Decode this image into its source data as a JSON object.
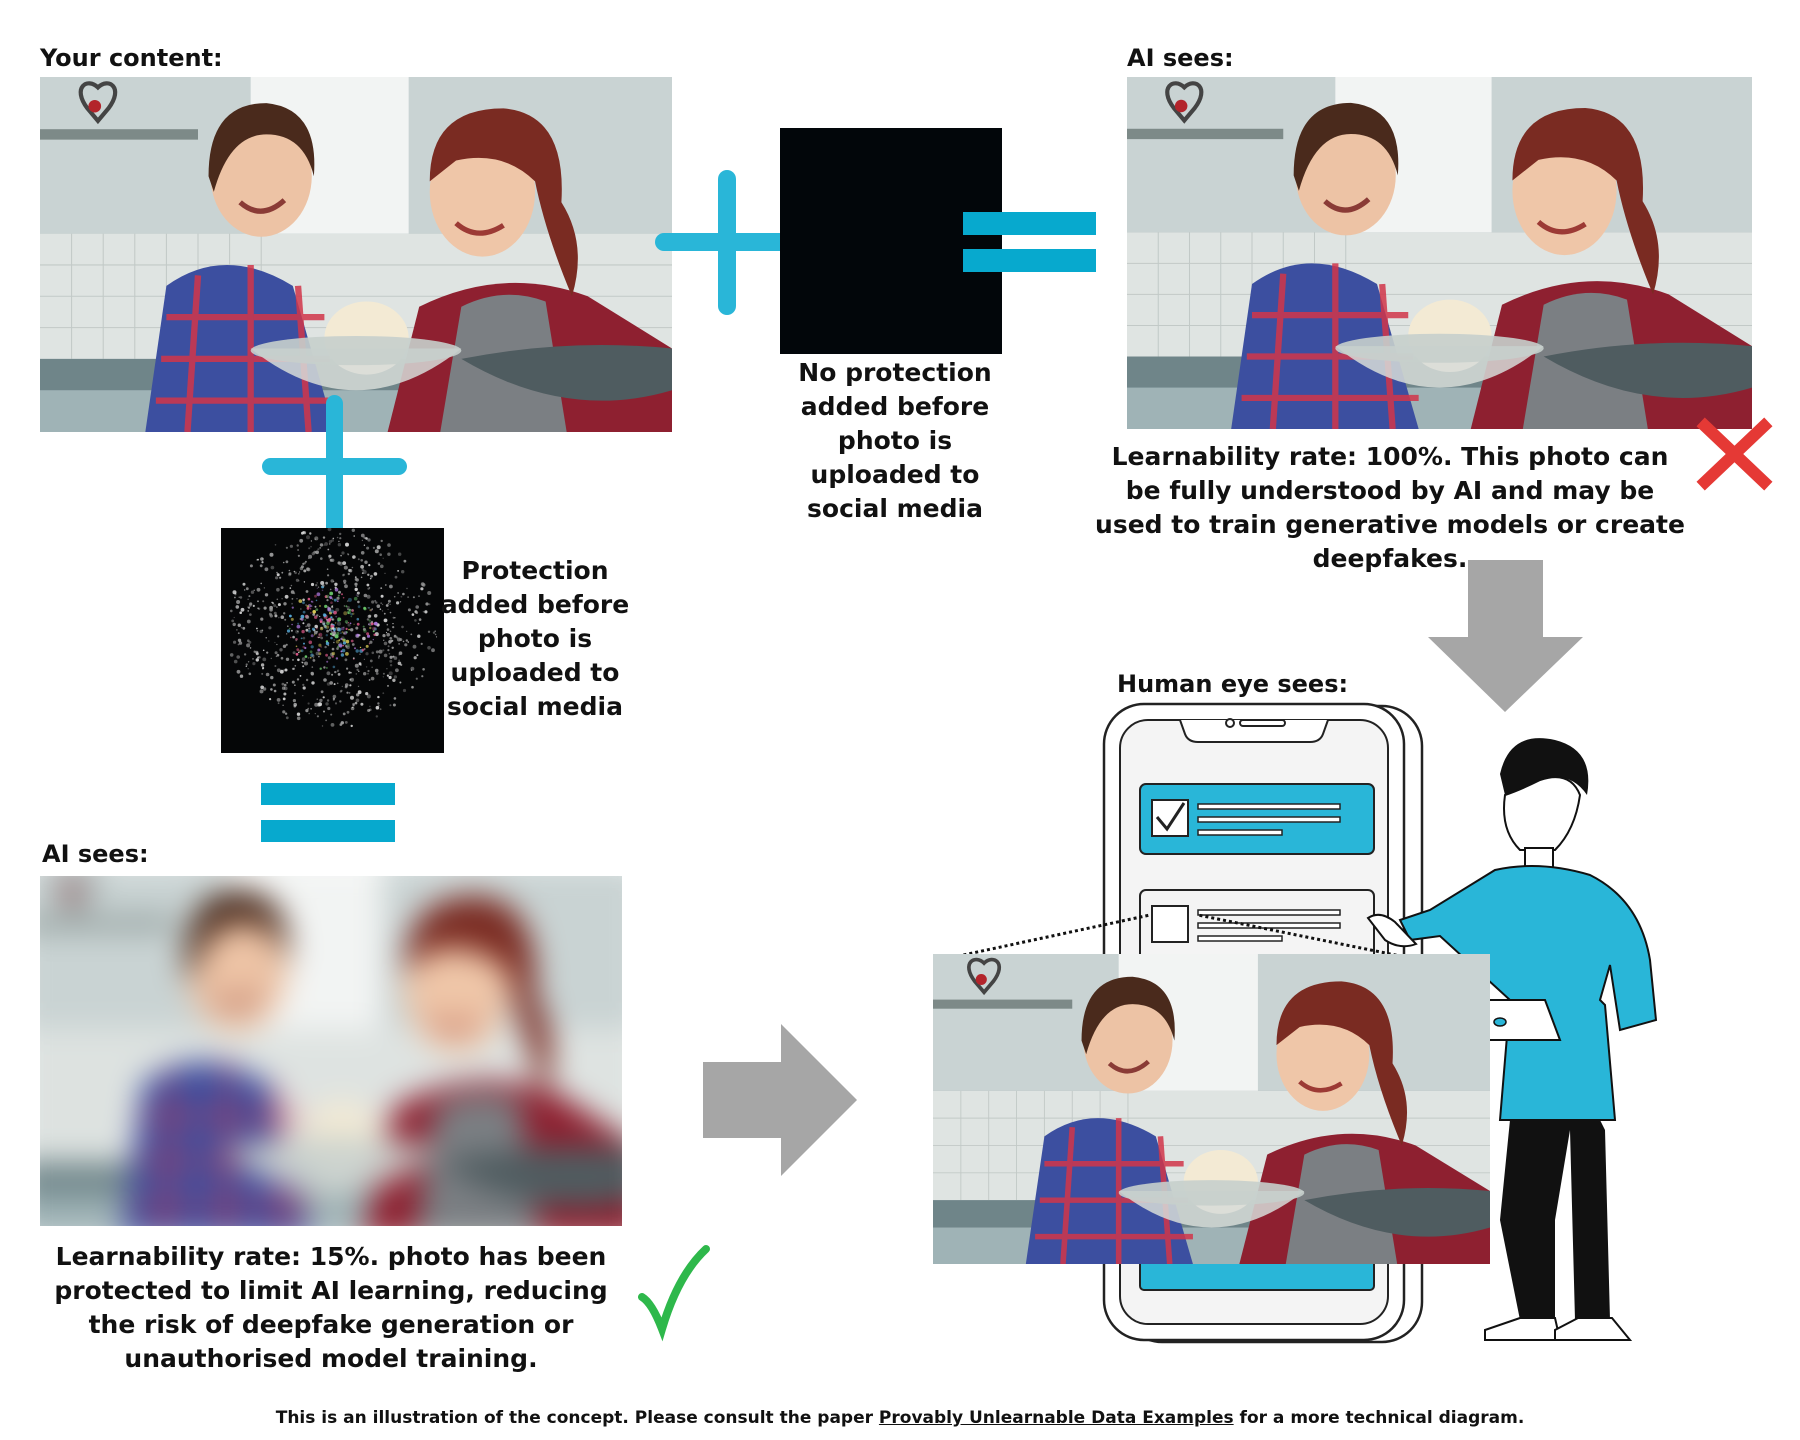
{
  "labels": {
    "your_content": "Your content:",
    "ai_sees_top": "AI sees:",
    "ai_sees_bottom": "AI sees:",
    "human_eye_sees": "Human eye sees:"
  },
  "captions": {
    "no_protection": "No protection added before photo is uploaded to social media",
    "protection": "Protection added before photo is uploaded to social media",
    "learnability_100": "Learnability rate: 100%. This photo can be fully understood by AI and may be used to train generative models or create deepfakes.",
    "learnability_15": "Learnability rate: 15%. photo has been protected to limit AI learning, reducing the risk of deepfake generation or unauthorised model training."
  },
  "footer": {
    "before": "This is an illustration of the concept. Please consult the paper ",
    "link": "Provably Unlearnable Data Examples",
    "after": " for a more technical diagram."
  },
  "colors": {
    "accent_cyan": "#29b6d8",
    "arrow_gray": "#a6a6a6",
    "cross_red": "#e53935",
    "check_green": "#2eb84b"
  }
}
